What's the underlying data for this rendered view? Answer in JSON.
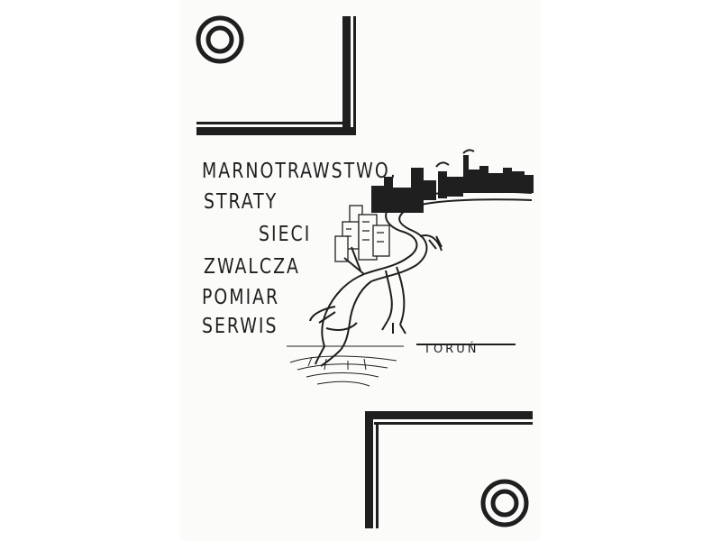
{
  "slogan": {
    "lines": [
      "MARNOTRAWSTWO,",
      "STRATY",
      "SIECI",
      "ZWALCZA",
      "POMIAR",
      "SERWIS"
    ]
  },
  "place": "TORUŃ",
  "illustration": {
    "subject": "dragon drinking from water beneath a factory city skyline",
    "ink_color": "#1f1f1f",
    "paper_color": "#fbfbfa"
  },
  "decorations": {
    "ring_icon_count": 2,
    "corner_bracket_count": 2
  }
}
